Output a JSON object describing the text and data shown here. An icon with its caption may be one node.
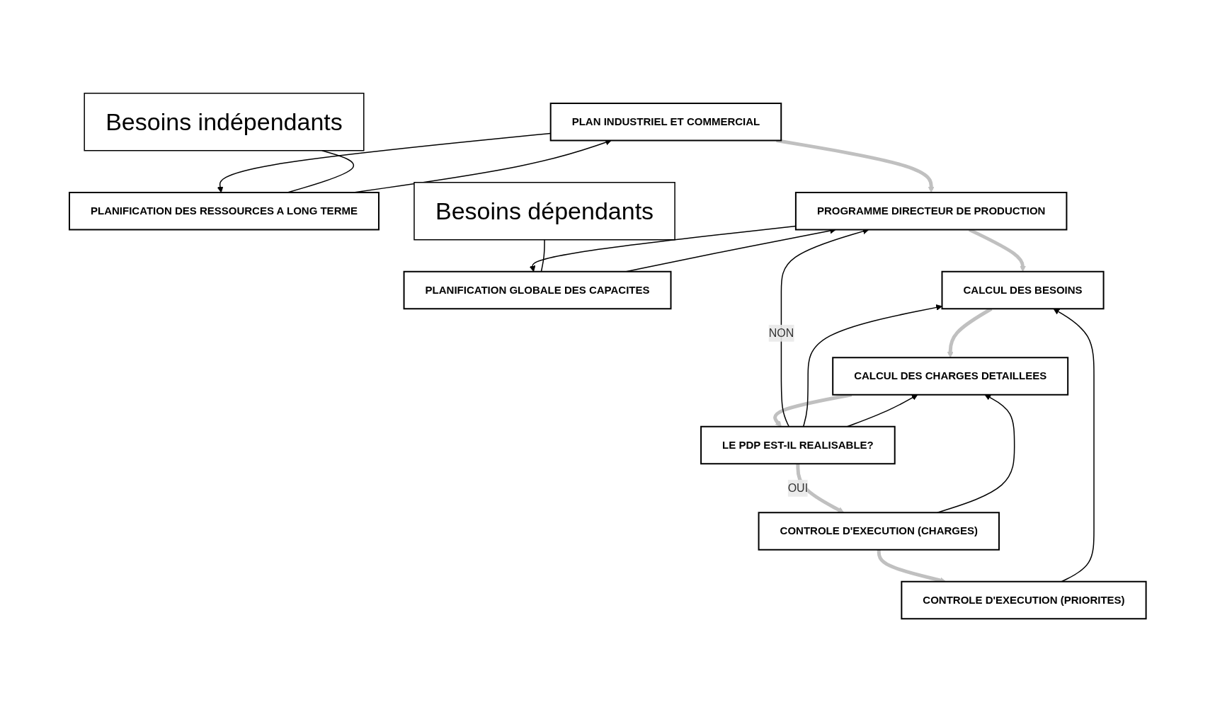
{
  "diagram": {
    "nodes": [
      {
        "text": [
          "PLAN INDUSTRIEL ET COMMERCIAL"
        ]
      },
      {
        "text": [
          "PLANIFICATION DES RESSOURCES A LONG TERME"
        ]
      },
      {
        "text": [
          "PROGRAMME DIRECTEUR DE PRODUCTION"
        ]
      },
      {
        "text": [
          "PLANIFICATION GLOBALE DES CAPACITES"
        ]
      },
      {
        "text": [
          "CALCUL DES BESOINS"
        ]
      },
      {
        "text": [
          "CALCUL DES CHARGES DETAILLEES"
        ]
      },
      {
        "text": [
          "LE PDP EST-IL REALISABLE?"
        ]
      },
      {
        "text": [
          "CONTROLE D'EXECUTION (CHARGES)"
        ]
      },
      {
        "text": [
          "CONTROLE D'EXECUTION (PRIORITES)"
        ]
      },
      {
        "text": [
          "Besoins indépendants"
        ]
      },
      {
        "text": [
          "Besoins dépendants"
        ]
      }
    ],
    "edges": [
      {
        "from": 0,
        "to": 1,
        "arrow": "to"
      },
      {
        "from": 1,
        "to": 0,
        "arrow": "to"
      },
      {
        "from": 0,
        "to": 2,
        "arrow": "to",
        "style": "thick",
        "color": "#c0c0c0"
      },
      {
        "from": 2,
        "to": 3,
        "arrow": "to"
      },
      {
        "from": 3,
        "to": 2,
        "arrow": "to"
      },
      {
        "from": 2,
        "to": 4,
        "arrow": "to",
        "style": "thick",
        "color": "#c0c0c0"
      },
      {
        "from": 4,
        "to": 5,
        "arrow": "to",
        "style": "thick",
        "color": "#c0c0c0"
      },
      {
        "from": 5,
        "to": 6,
        "arrow": "to",
        "style": "thick",
        "color": "#c0c0c0"
      },
      {
        "from": 6,
        "to": 7,
        "label": "OUI",
        "arrow": "to",
        "style": "thick",
        "color": "#c0c0c0"
      },
      {
        "from": 7,
        "to": 8,
        "arrow": "to",
        "style": "thick",
        "color": "#c0c0c0"
      },
      {
        "from": 6,
        "to": 2,
        "label": "NON",
        "arrow": "to"
      },
      {
        "from": 6,
        "to": 4,
        "arrow": "to"
      },
      {
        "from": 6,
        "to": 5,
        "arrow": "to"
      },
      {
        "from": 7,
        "to": 5,
        "arrow": "to"
      },
      {
        "from": 8,
        "to": 4,
        "arrow": "to"
      },
      {
        "from": 9,
        "to": 1,
        "arrow": "none"
      },
      {
        "from": 10,
        "to": 3,
        "arrow": "none"
      }
    ]
  }
}
